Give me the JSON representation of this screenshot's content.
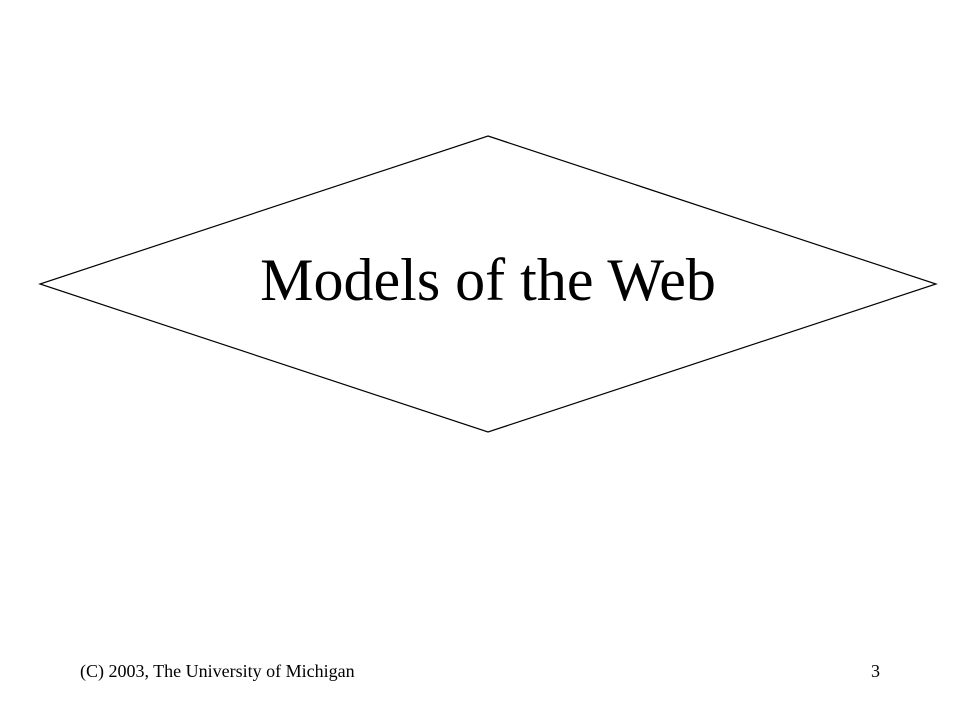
{
  "slide": {
    "title": "Models of the Web",
    "footer_text": "(C) 2003, The University of Michigan",
    "page_number": "3"
  },
  "colors": {
    "background": "#ffffff",
    "outline": "#000000",
    "text": "#000000"
  }
}
